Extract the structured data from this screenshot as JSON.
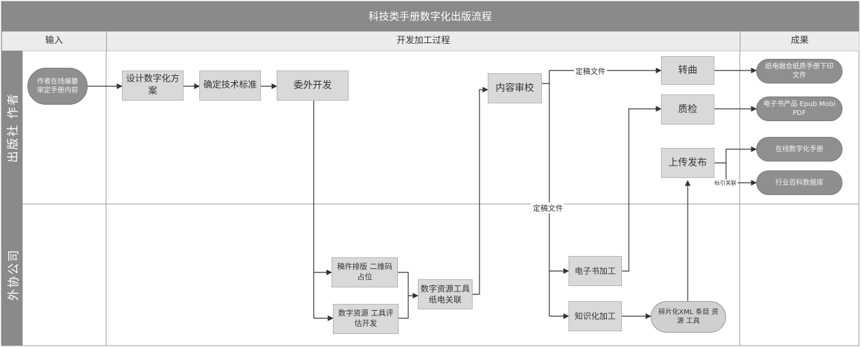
{
  "title": "科技类手册数字化出版流程",
  "columns": {
    "input": "输入",
    "process": "开发加工过程",
    "output": "成果"
  },
  "lanes": {
    "publisher": "出版社 作者",
    "outsource": "外协公司"
  },
  "nodes": {
    "author_input": "作者在线编纂 审定手册内容",
    "design_plan": "设计数字化方案",
    "tech_standard": "确定技术标准",
    "outsourced_dev": "委外开发",
    "content_review": "内容审校",
    "typesetting": "稿件排版 二维码占位",
    "resource_tools": "数字资源 工具评估开发",
    "resource_link": "数字资源工具纸电关联",
    "convert": "转曲",
    "quality_check": "质检",
    "upload_publish": "上传发布",
    "ebook_processing": "电子书加工",
    "knowledge_processing": "知识化加工",
    "fragment_xml": "碎片化XML 条目 资源 工具"
  },
  "outputs": {
    "print_manual": "纸电融合纸质手册下印文件",
    "ebook_product": "电子书产品 Epub Mobi PDF",
    "online_manual": "在线数字化手册",
    "industry_db": "行业百科数据库"
  },
  "edge_labels": {
    "final_draft_top": "定稿文件",
    "final_draft_mid": "定稿文件",
    "index_link": "标引关联"
  },
  "colors": {
    "header_bg": "#8a8a8a",
    "box_bg": "#d9d9d9",
    "pill_bg": "#8f8f8f",
    "line": "#333333"
  }
}
